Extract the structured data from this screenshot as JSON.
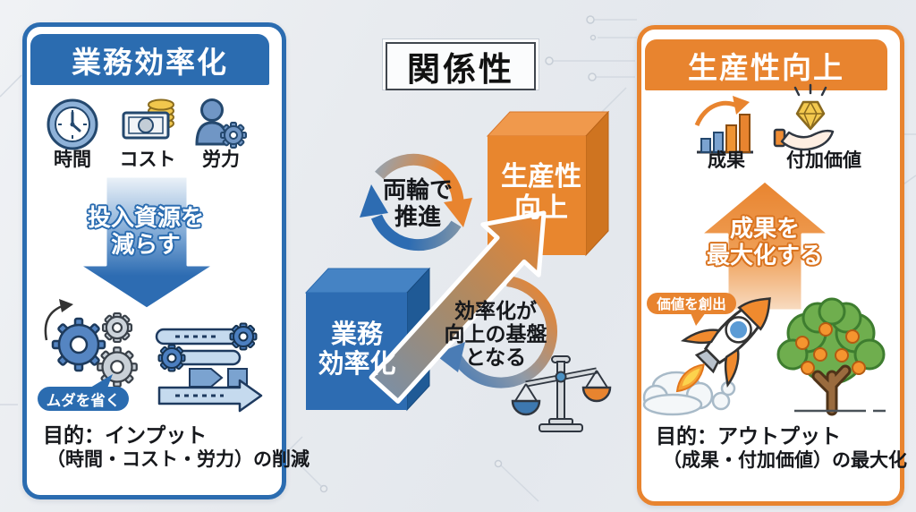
{
  "colors": {
    "blue": "#2b6cb0",
    "orange": "#e8842f",
    "background": "#e9ecef",
    "panel": "#ffffff"
  },
  "left_panel": {
    "title": "業務効率化",
    "inputs": [
      {
        "label": "時間",
        "icon": "clock-icon"
      },
      {
        "label": "コスト",
        "icon": "cost-icon"
      },
      {
        "label": "労力",
        "icon": "labor-icon"
      }
    ],
    "arrow_line1": "投入資源を",
    "arrow_line2": "減らす",
    "badge": "ムダを省く",
    "goal_line1": "目的：インプット",
    "goal_line2": "（時間・コスト・労力）の削減"
  },
  "center": {
    "title": "関係性",
    "cycle_line1": "両輪で",
    "cycle_line2": "推進",
    "productivity_cube_line1": "生産性",
    "productivity_cube_line2": "向上",
    "efficiency_cube_line1": "業務",
    "efficiency_cube_line2": "効率化",
    "foundation_line1": "効率化が",
    "foundation_line2": "向上の基盤",
    "foundation_line3": "となる"
  },
  "right_panel": {
    "title": "生産性向上",
    "outputs": [
      {
        "label": "成果",
        "icon": "results-chart-icon"
      },
      {
        "label": "付加価値",
        "icon": "added-value-icon"
      }
    ],
    "arrow_line1": "成果を",
    "arrow_line2": "最大化する",
    "badge": "価値を創出",
    "goal_line1": "目的：アウトプット",
    "goal_line2": "（成果・付加価値）の最大化"
  }
}
